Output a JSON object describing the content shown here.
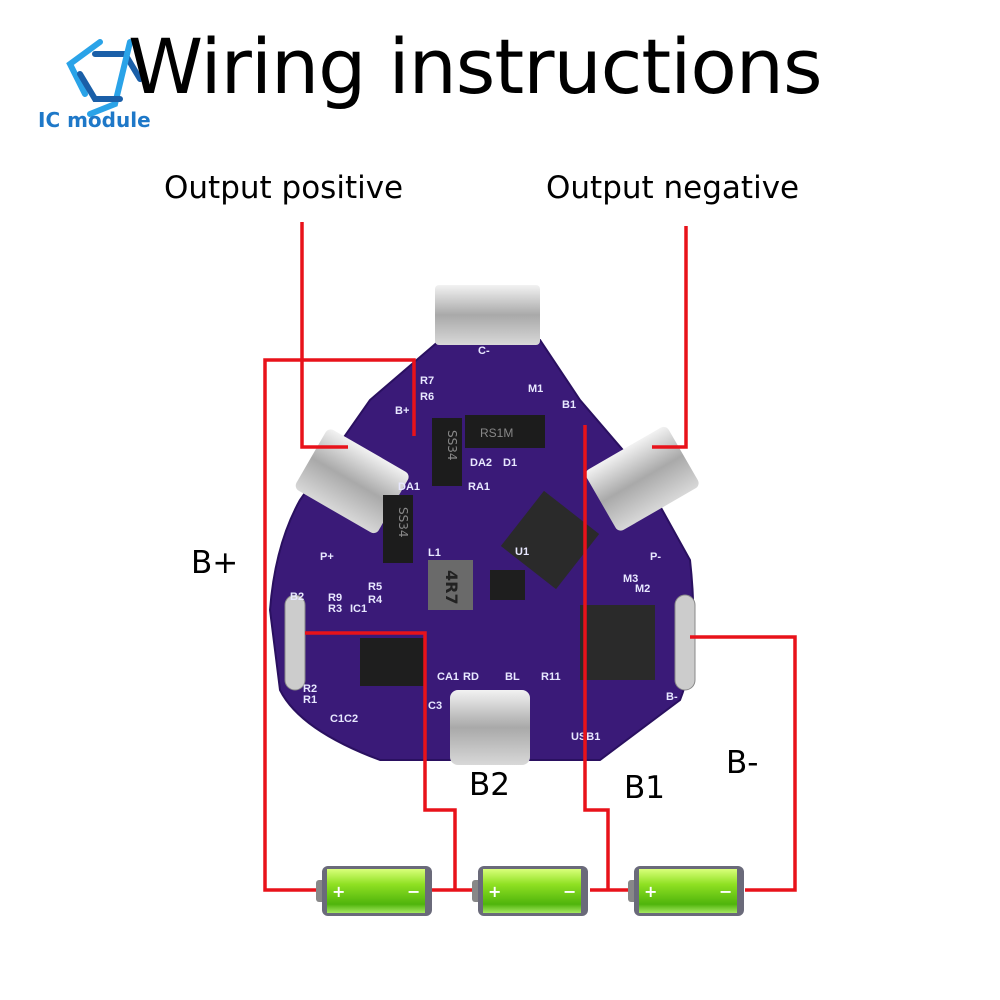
{
  "title": "Wiring instructions",
  "logo": {
    "text": "IC module",
    "color": "#1e78c8"
  },
  "labels": {
    "output_positive": "Output positive",
    "output_negative": "Output negative",
    "b_plus": "B+",
    "b2": "B2",
    "b1": "B1",
    "b_minus": "B-"
  },
  "board": {
    "color": "#3a1a78",
    "silkscreen": [
      "C-",
      "R7",
      "R6",
      "M1",
      "B+",
      "B1",
      "D1",
      "DA2",
      "DA1",
      "RA1",
      "P+",
      "P-",
      "L1",
      "U1",
      "M3",
      "M2",
      "B2",
      "R9",
      "R3",
      "IC1",
      "R5",
      "R4",
      "R2",
      "R1",
      "C1C2",
      "C3",
      "CA1",
      "RD",
      "BL",
      "R11",
      "USB1",
      "B-"
    ],
    "chip_markings": [
      "RS1M",
      "SS34",
      "SS34",
      "4R7"
    ]
  },
  "batteries": [
    {
      "plus": "+",
      "minus": "−"
    },
    {
      "plus": "+",
      "minus": "−"
    },
    {
      "plus": "+",
      "minus": "−"
    }
  ],
  "colors": {
    "wire": "#e8121a",
    "battery": "#7fd81c"
  }
}
